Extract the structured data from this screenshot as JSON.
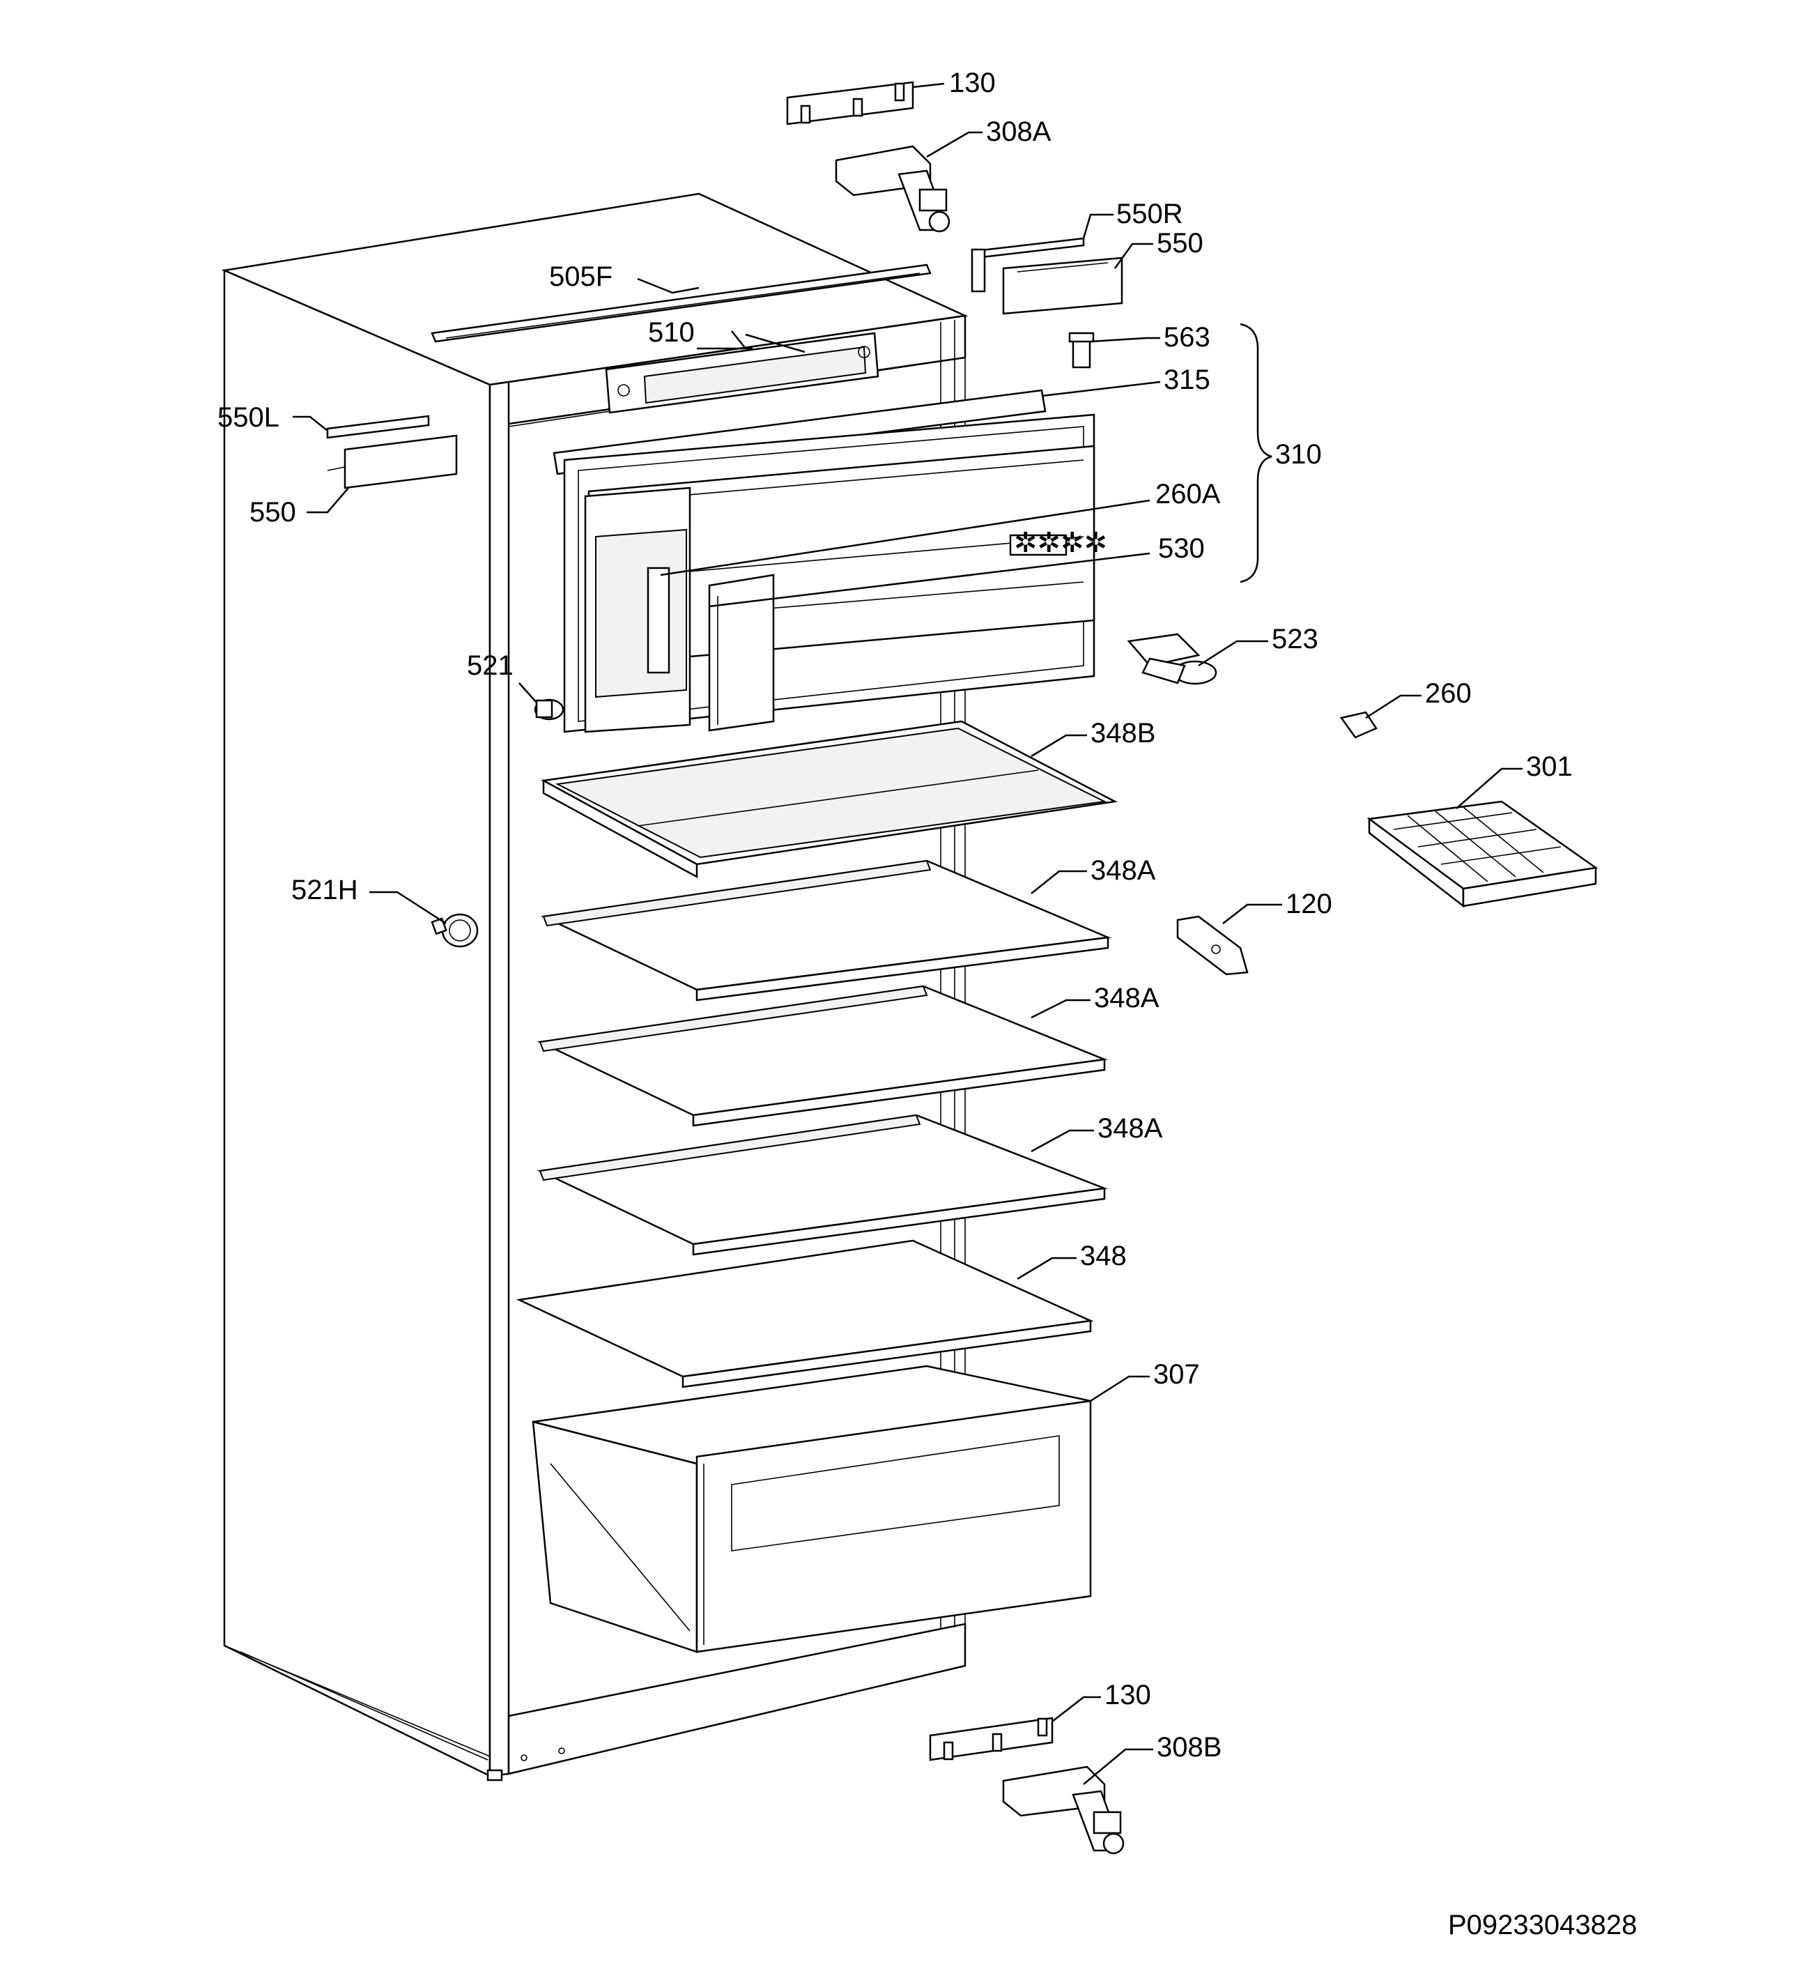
{
  "labels": {
    "l130_top": "130",
    "l308A": "308A",
    "l550R": "550R",
    "l550_right": "550",
    "l505F": "505F",
    "l510": "510",
    "l563": "563",
    "l315": "315",
    "l310": "310",
    "l550L": "550L",
    "l550_left": "550",
    "l260A": "260A",
    "l530": "530",
    "l523": "523",
    "l521": "521",
    "l260": "260",
    "l348B": "348B",
    "l301": "301",
    "l521H": "521H",
    "l348A_1": "348A",
    "l120": "120",
    "l348A_2": "348A",
    "l348A_3": "348A",
    "l348": "348",
    "l307": "307",
    "l130_bottom": "130",
    "l308B": "308B"
  },
  "reference_code": "P09233043828"
}
